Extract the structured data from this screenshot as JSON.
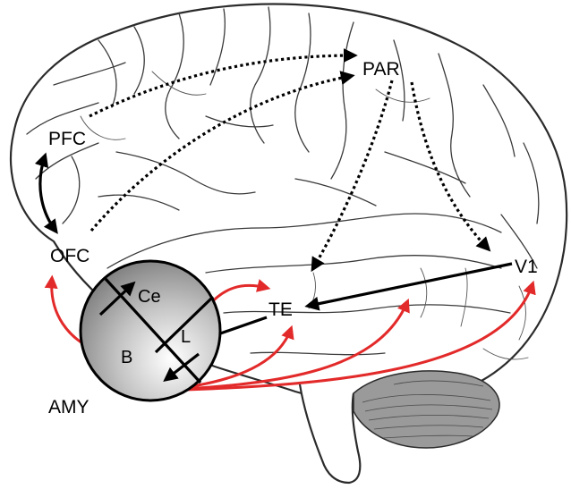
{
  "labels": {
    "pfc": "PFC",
    "ofc": "OFC",
    "par": "PAR",
    "te": "TE",
    "v1": "V1",
    "amy": "AMY",
    "ce": "Ce",
    "l": "L",
    "b": "B"
  },
  "colors": {
    "red_projection": "#e32a2a",
    "black_projection": "#000000"
  }
}
